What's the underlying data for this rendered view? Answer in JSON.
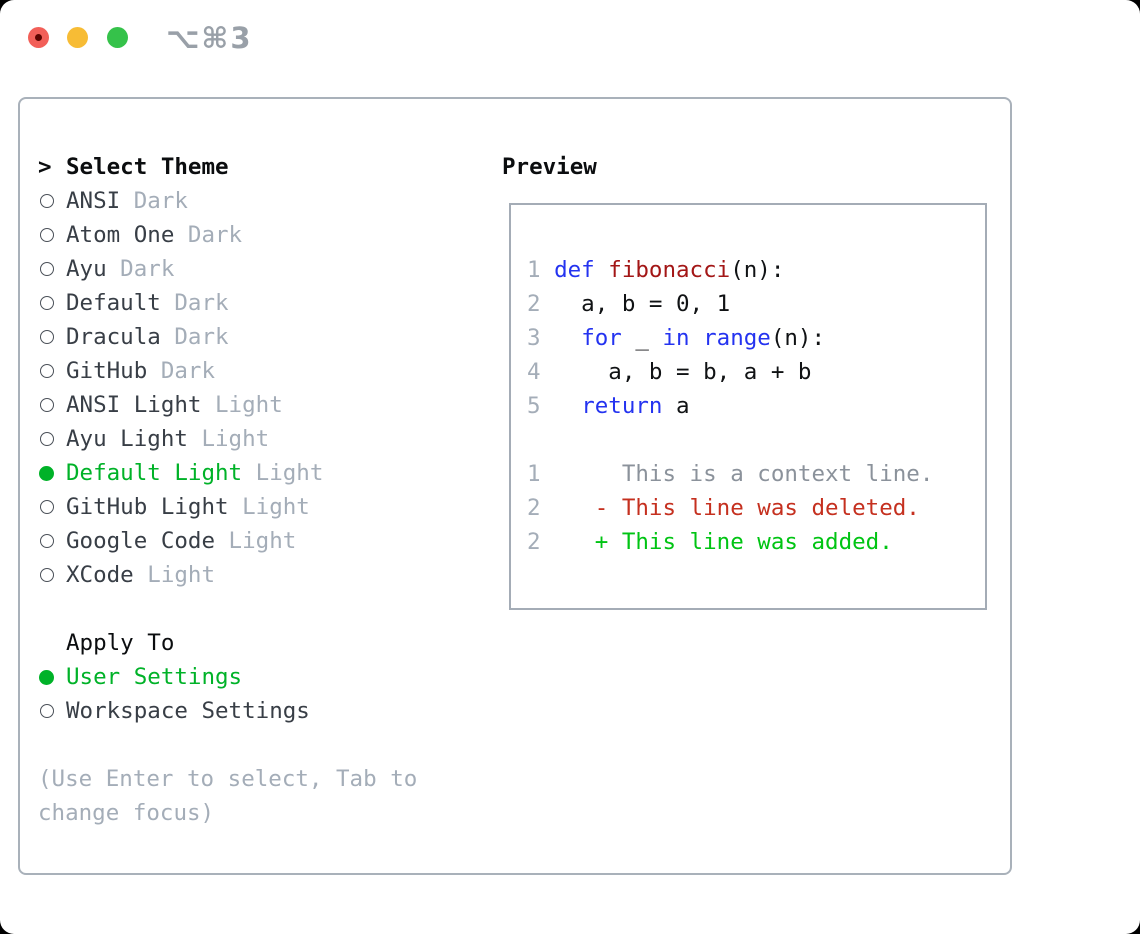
{
  "window": {
    "shortcut": "⌥⌘3",
    "traffic_lights": {
      "close_color": "#f25f58",
      "minimize_color": "#f7bc35",
      "maximize_color": "#35c24a"
    }
  },
  "theme_select": {
    "prompt": ">",
    "title": "Select Theme",
    "items": [
      {
        "name": "ANSI",
        "tag": "Dark",
        "selected": false
      },
      {
        "name": "Atom One",
        "tag": "Dark",
        "selected": false
      },
      {
        "name": "Ayu",
        "tag": "Dark",
        "selected": false
      },
      {
        "name": "Default",
        "tag": "Dark",
        "selected": false
      },
      {
        "name": "Dracula",
        "tag": "Dark",
        "selected": false
      },
      {
        "name": "GitHub",
        "tag": "Dark",
        "selected": false
      },
      {
        "name": "ANSI Light",
        "tag": "Light",
        "selected": false
      },
      {
        "name": "Ayu Light",
        "tag": "Light",
        "selected": false
      },
      {
        "name": "Default Light",
        "tag": "Light",
        "selected": true
      },
      {
        "name": "GitHub Light",
        "tag": "Light",
        "selected": false
      },
      {
        "name": "Google Code",
        "tag": "Light",
        "selected": false
      },
      {
        "name": "XCode",
        "tag": "Light",
        "selected": false
      }
    ]
  },
  "apply_to": {
    "title": "Apply To",
    "options": [
      {
        "label": "User Settings",
        "selected": true
      },
      {
        "label": "Workspace Settings",
        "selected": false
      }
    ]
  },
  "hint": "(Use Enter to select, Tab to change focus)",
  "preview": {
    "title": "Preview",
    "lines": [
      {
        "tokens": [
          {
            "t": "1",
            "c": "lnum"
          },
          {
            "t": " "
          },
          {
            "t": "def",
            "c": "kw"
          },
          {
            "t": " "
          },
          {
            "t": "fibonacci",
            "c": "fn"
          },
          {
            "t": "(n):"
          }
        ]
      },
      {
        "tokens": [
          {
            "t": "2",
            "c": "lnum"
          },
          {
            "t": "   a, b = 0, 1"
          }
        ]
      },
      {
        "tokens": [
          {
            "t": "3",
            "c": "lnum"
          },
          {
            "t": "   "
          },
          {
            "t": "for",
            "c": "kw"
          },
          {
            "t": " _ "
          },
          {
            "t": "in",
            "c": "kw"
          },
          {
            "t": " "
          },
          {
            "t": "range",
            "c": "kw"
          },
          {
            "t": "(n):"
          }
        ]
      },
      {
        "tokens": [
          {
            "t": "4",
            "c": "lnum"
          },
          {
            "t": "     a, b = b, a + b"
          }
        ]
      },
      {
        "tokens": [
          {
            "t": "5",
            "c": "lnum"
          },
          {
            "t": "   "
          },
          {
            "t": "return",
            "c": "kw"
          },
          {
            "t": " a"
          }
        ]
      },
      {
        "tokens": []
      },
      {
        "tokens": [
          {
            "t": "1",
            "c": "lnum"
          },
          {
            "t": "      This is a context line.",
            "c": "ctx"
          }
        ]
      },
      {
        "tokens": [
          {
            "t": "2",
            "c": "lnum"
          },
          {
            "t": "    "
          },
          {
            "t": "- This line was deleted.",
            "c": "del"
          }
        ]
      },
      {
        "tokens": [
          {
            "t": "2",
            "c": "lnum"
          },
          {
            "t": "    "
          },
          {
            "t": "+ This line was added.",
            "c": "add"
          }
        ]
      }
    ]
  },
  "colors": {
    "selected_green": "#00b228",
    "added_green": "#00c413",
    "deleted_red": "#c5301f",
    "keyword_blue": "#2433f0",
    "function_red": "#a31616",
    "muted_gray": "#a4adb8",
    "context_gray": "#8b929b",
    "text_dark": "#383e46",
    "border_gray": "#a9b1ba"
  }
}
